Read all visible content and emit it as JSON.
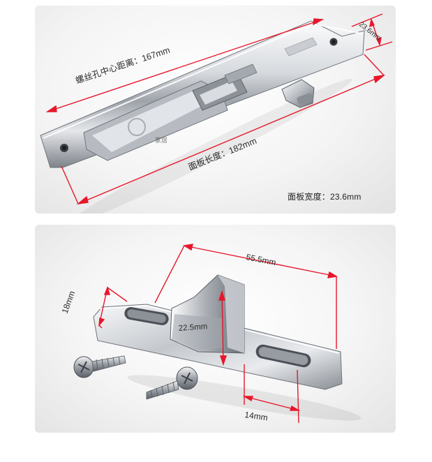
{
  "top_panel": {
    "hole_spacing_label": "螺丝孔中心距离：167mm",
    "panel_length_label": "面板长度：182mm",
    "panel_width_dimension": "23.6mm",
    "panel_width_label": "面板宽度：23.6mm",
    "watermark": "家居"
  },
  "bottom_panel": {
    "length_dimension": "55.5mm",
    "width_dimension": "18mm",
    "height_dimension": "22.5mm",
    "slot_dimension": "14mm"
  },
  "colors": {
    "dimension_line": "#e8162a",
    "chrome_light": "#f2f4f6",
    "chrome_dark": "#7c8088"
  }
}
